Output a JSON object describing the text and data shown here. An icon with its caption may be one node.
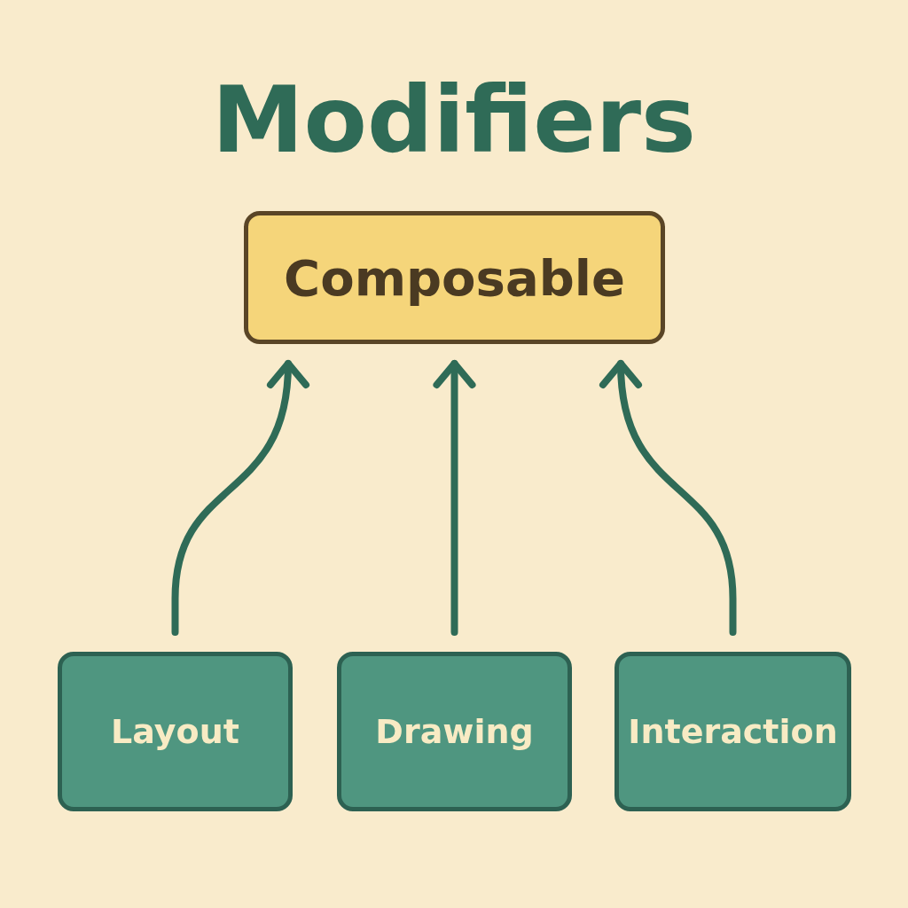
{
  "diagram": {
    "title": "Modifiers",
    "nodes": [
      {
        "text": [
          "Composable"
        ]
      },
      {
        "text": [
          "Layout"
        ]
      },
      {
        "text": [
          "Drawing"
        ]
      },
      {
        "text": [
          "Interaction"
        ]
      }
    ],
    "edges": [
      {
        "from": 1,
        "to": 0,
        "arrow": "to"
      },
      {
        "from": 2,
        "to": 0,
        "arrow": "to"
      },
      {
        "from": 3,
        "to": 0,
        "arrow": "to"
      }
    ]
  }
}
